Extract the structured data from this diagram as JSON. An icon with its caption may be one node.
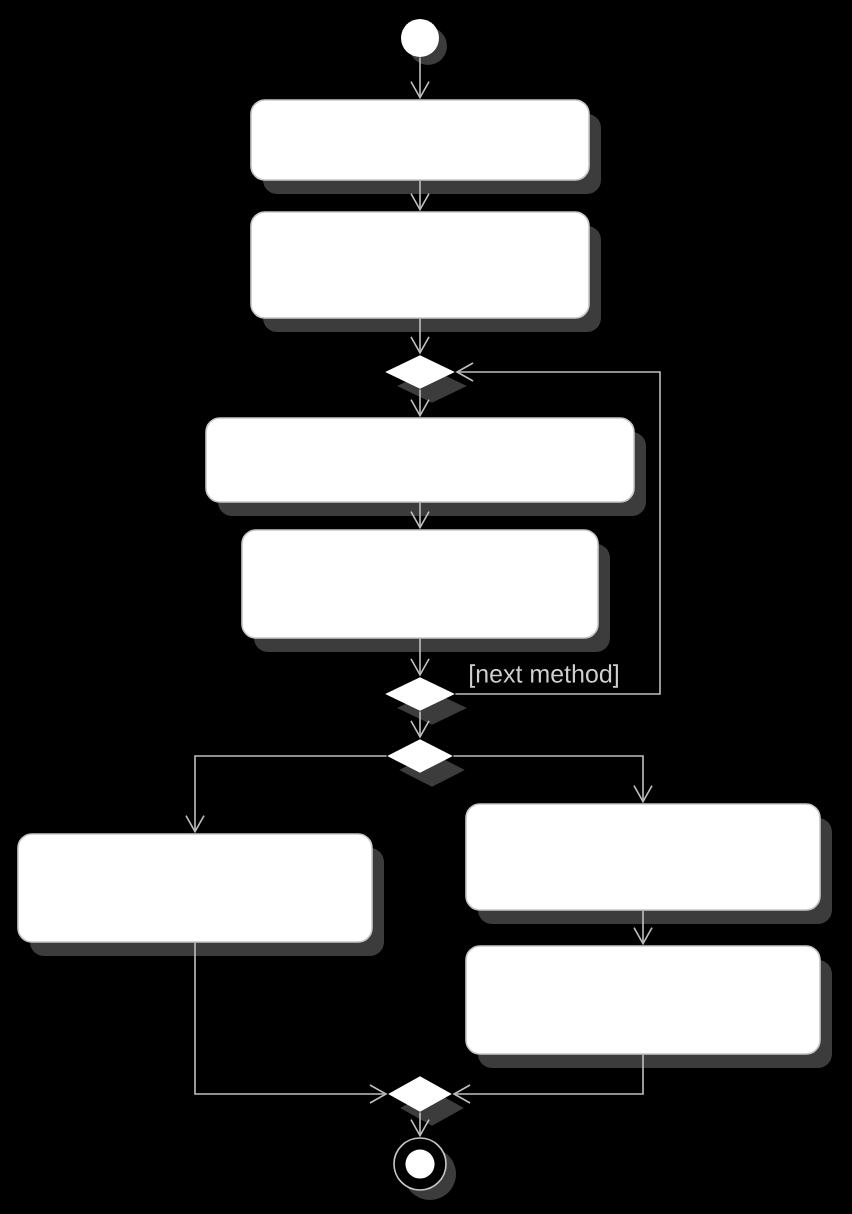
{
  "diagram": {
    "nodes": [
      {
        "text": [],
        "shape": "circle"
      },
      {
        "text": [],
        "shape": "box"
      },
      {
        "text": [],
        "shape": "box"
      },
      {
        "text": [],
        "shape": "diamond"
      },
      {
        "text": [],
        "shape": "box"
      },
      {
        "text": [],
        "shape": "box"
      },
      {
        "text": [],
        "shape": "diamond"
      },
      {
        "text": [],
        "shape": "diamond"
      },
      {
        "text": [],
        "shape": "box"
      },
      {
        "text": [],
        "shape": "box"
      },
      {
        "text": [],
        "shape": "box"
      },
      {
        "text": [],
        "shape": "diamond"
      },
      {
        "text": [],
        "shape": "bullseye"
      }
    ],
    "edges": [
      {
        "from": 0,
        "to": 1,
        "arrow": "to"
      },
      {
        "from": 1,
        "to": 2,
        "arrow": "to"
      },
      {
        "from": 2,
        "to": 3,
        "arrow": "to"
      },
      {
        "from": 3,
        "to": 4,
        "arrow": "to"
      },
      {
        "from": 4,
        "to": 5,
        "arrow": "to"
      },
      {
        "from": 5,
        "to": 6,
        "arrow": "to"
      },
      {
        "from": 6,
        "to": 3,
        "arrow": "to",
        "label": "[next method]"
      },
      {
        "from": 6,
        "to": 7,
        "arrow": "to"
      },
      {
        "from": 7,
        "to": 8,
        "arrow": "to"
      },
      {
        "from": 7,
        "to": 9,
        "arrow": "to"
      },
      {
        "from": 9,
        "to": 10,
        "arrow": "to"
      },
      {
        "from": 8,
        "to": 11,
        "arrow": "to"
      },
      {
        "from": 10,
        "to": 11,
        "arrow": "to"
      },
      {
        "from": 11,
        "to": 12,
        "arrow": "to"
      }
    ]
  }
}
